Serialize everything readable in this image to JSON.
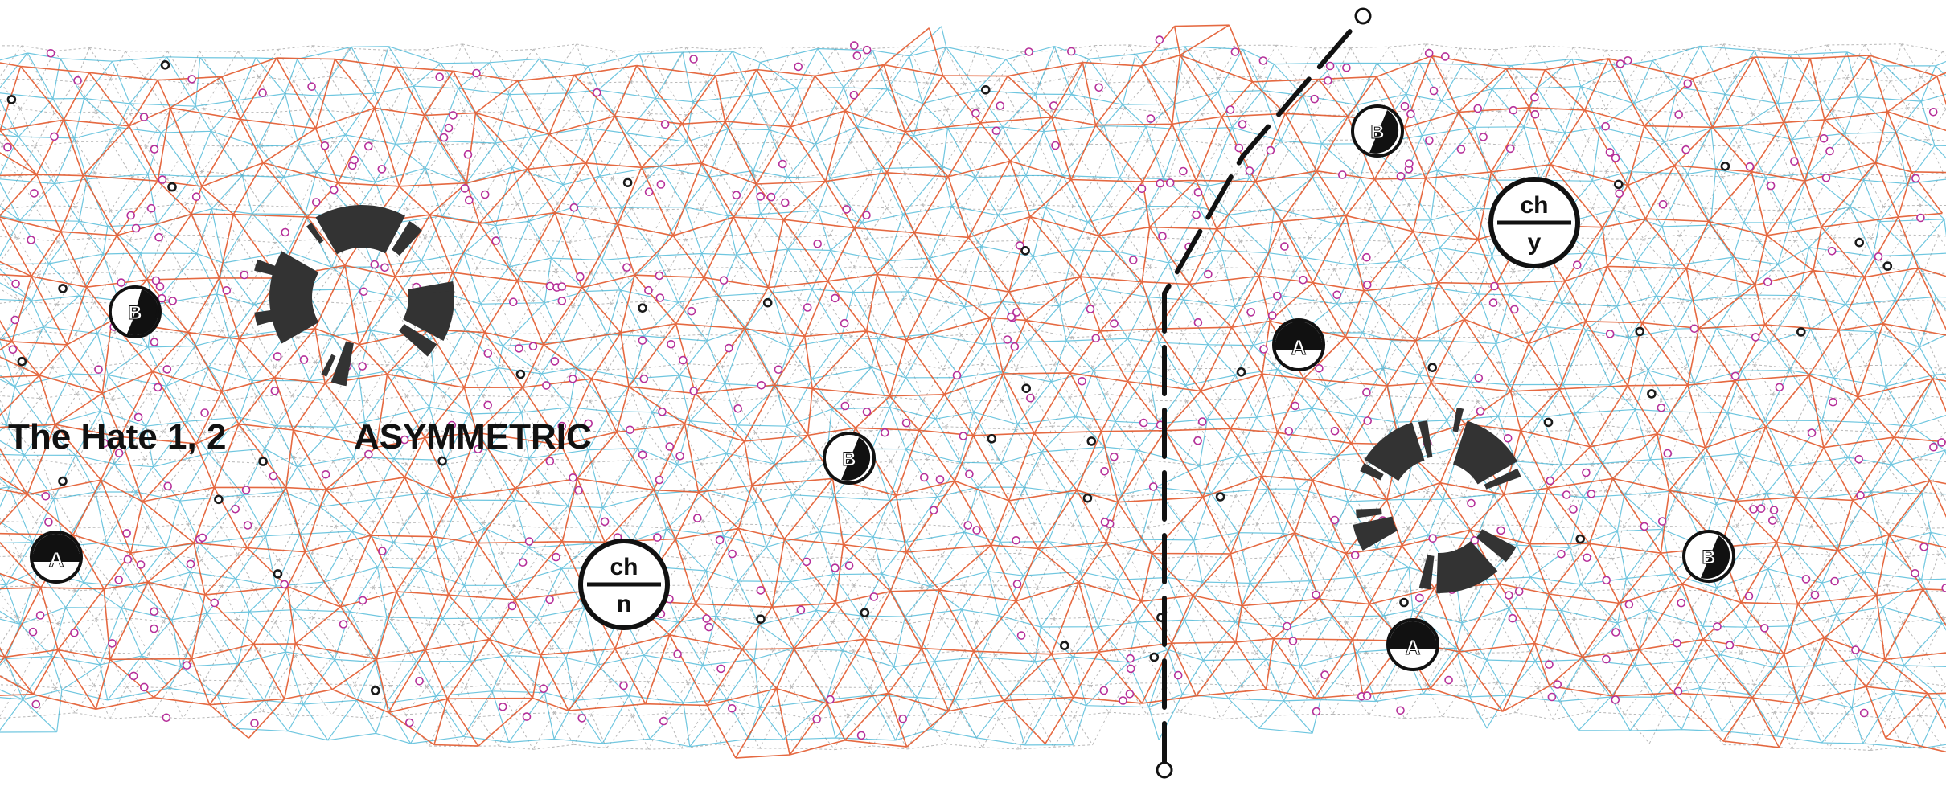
{
  "colors": {
    "background": "#ffffff",
    "mesh_cyan": "#3fb3d4",
    "mesh_gray": "#9a9a9a",
    "mesh_orange": "#e2592c",
    "node_magenta": "#b6309a",
    "ink": "#1a1a1a",
    "fan_fill": "#333333"
  },
  "labels": {
    "left_title": "The Hate 1, 2",
    "asymmetric": "ASYMMETRIC"
  },
  "badges": {
    "a_letter": "A",
    "b_letter": "B"
  },
  "fractions": [
    {
      "id": "ch-y",
      "numerator": "ch",
      "denominator": "y"
    },
    {
      "id": "ch-n",
      "numerator": "ch",
      "denominator": "n"
    }
  ],
  "icons": {
    "a_badge": "split-circle-a-icon",
    "b_badge": "diagonal-split-circle-b-icon",
    "fan": "radial-segment-fan-icon",
    "node": "small-ring-node-icon",
    "endpoint": "open-circle-endpoint-icon"
  }
}
